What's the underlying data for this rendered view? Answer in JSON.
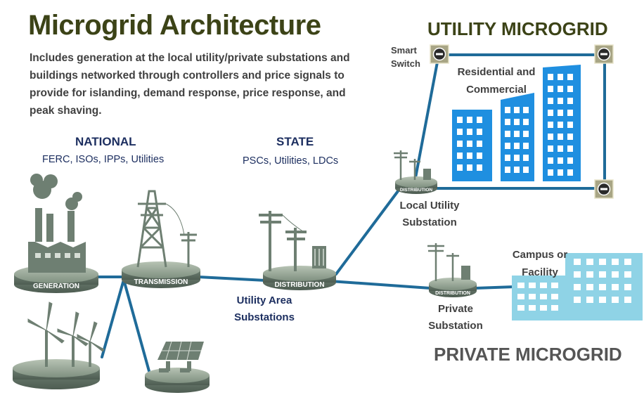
{
  "title": "Microgrid Architecture",
  "description": "Includes generation at the local utility/private substations and buildings networked through controllers and price signals to provide for islanding, demand response, price response, and peak shaving.",
  "utility_microgrid": "UTILITY MICROGRID",
  "private_microgrid": "PRIVATE MICROGRID",
  "national": {
    "heading": "NATIONAL",
    "sub": "FERC, ISOs, IPPs, Utilities"
  },
  "state": {
    "heading": "STATE",
    "sub": "PSCs, Utilities, LDCs"
  },
  "nodes": {
    "generation": "GENERATION",
    "transmission": "TRANSMISSION",
    "distribution": "DISTRIBUTION",
    "local_distribution": "DISTRIBUTION",
    "private_distribution": "DISTRIBUTION"
  },
  "labels": {
    "smart_switch": "Smart Switch",
    "residential": "Residential and Commercial",
    "local_utility_substation": "Local Utility Substation",
    "utility_area_substations": "Utility Area Substations",
    "private_substation": "Private Substation",
    "campus": "Campus or Facility"
  },
  "icons": {
    "switch": "minus-switch-icon",
    "factory": "factory-icon",
    "tower": "transmission-tower-icon",
    "pole": "utility-pole-icon",
    "wind": "wind-turbine-icon",
    "solar": "solar-panel-icon",
    "building": "building-icon"
  },
  "colors": {
    "title": "#3c4317",
    "navy": "#1d2f60",
    "line": "#1f6b99",
    "disc": "#6e7f72",
    "building_blue": "#1f8fe0",
    "campus_blue": "#8fd3e6",
    "switch_bg": "#a8a585"
  }
}
